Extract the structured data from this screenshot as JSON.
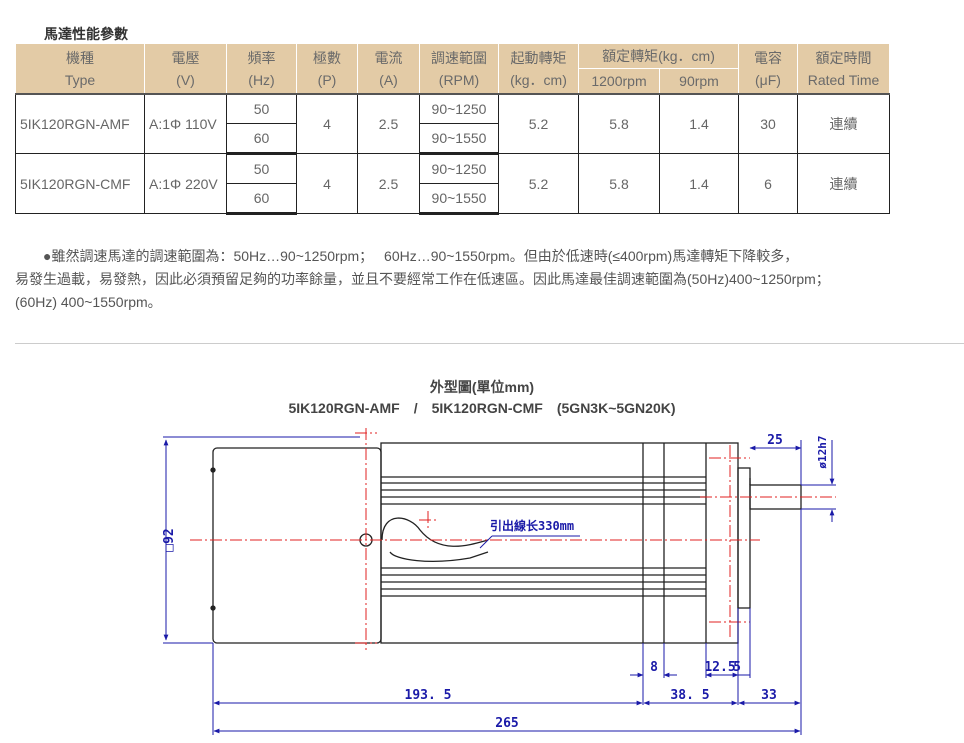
{
  "section_title": "馬達性能參數",
  "table": {
    "headers": {
      "model": [
        "機種",
        "Type"
      ],
      "voltage": [
        "電壓",
        "(V)"
      ],
      "frequency": [
        "頻率",
        "(Hz)"
      ],
      "poles": [
        "極數",
        "(P)"
      ],
      "current": [
        "電流",
        "(A)"
      ],
      "speed_range": [
        "調速範圍",
        "(RPM)"
      ],
      "starting_torque": [
        "起動轉矩",
        "(kg．cm)"
      ],
      "rated_torque": "額定轉矩(kg．cm)",
      "rated_torque_sub": [
        "1200rpm",
        "90rpm"
      ],
      "capacitor": [
        "電容",
        "(μF)"
      ],
      "rated_time": [
        "額定時間",
        "Rated Time"
      ]
    },
    "rows": [
      {
        "model": "5IK120RGN-AMF",
        "voltage": "A:1Φ 110V",
        "freqs": [
          "50",
          "60"
        ],
        "poles": "4",
        "current": "2.5",
        "ranges": [
          "90~1250",
          "90~1550"
        ],
        "starting_torque": "5.2",
        "torque_1200": "5.8",
        "torque_90": "1.4",
        "capacitor": "30",
        "rated_time": "連續"
      },
      {
        "model": "5IK120RGN-CMF",
        "voltage": "A:1Φ 220V",
        "freqs": [
          "50",
          "60"
        ],
        "poles": "4",
        "current": "2.5",
        "ranges": [
          "90~1250",
          "90~1550"
        ],
        "starting_torque": "5.2",
        "torque_1200": "5.8",
        "torque_90": "1.4",
        "capacitor": "6",
        "rated_time": "連續"
      }
    ]
  },
  "note": {
    "line1": "●雖然調速馬達的調速範圍為：50Hz…90~1250rpm；　 60Hz…90~1550rpm。但由於低速時(≤400rpm)馬達轉矩下降較多，",
    "line2": "易發生過載，易發熱，因此必須預留足夠的功率餘量，並且不要經常工作在低速區。因此馬達最佳調速範圍為(50Hz)400~1250rpm；",
    "line3": "(60Hz) 400~1550rpm。"
  },
  "drawing": {
    "title": "外型圖(單位mm)",
    "subtitle": "5IK120RGN-AMF　/　5IK120RGN-CMF　(5GN3K~5GN20K)",
    "lead_wire": "引出線长330mm",
    "dims": {
      "height": "□92",
      "shaft": "ø12h7",
      "shaft_len": "25",
      "d8": "8",
      "d12_5": "12.5",
      "d5": "5",
      "d193_5": "193. 5",
      "d38_5": "38. 5",
      "d33": "33",
      "d265": "265"
    },
    "colors": {
      "body": "#222222",
      "dim": "#1a1aa8",
      "center": "#e02020"
    }
  }
}
